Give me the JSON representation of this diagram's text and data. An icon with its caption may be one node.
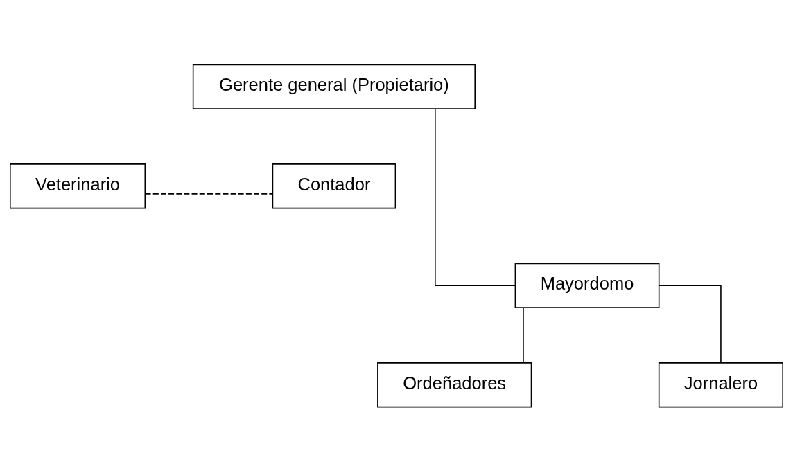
{
  "diagram": {
    "nodes": [
      {
        "text": [
          "Gerente general (Propietario)"
        ]
      },
      {
        "text": [
          "Veterinario"
        ]
      },
      {
        "text": [
          "Contador"
        ]
      },
      {
        "text": [
          "Mayordomo"
        ]
      },
      {
        "text": [
          "Ordeñadores"
        ]
      },
      {
        "text": [
          "Jornalero"
        ]
      }
    ],
    "edges": [
      {
        "from": 0,
        "to": 3,
        "arrow": "none"
      },
      {
        "from": 1,
        "to": 2,
        "arrow": "none",
        "style": "dashed"
      },
      {
        "from": 3,
        "to": 4,
        "arrow": "none"
      },
      {
        "from": 3,
        "to": 5,
        "arrow": "none"
      }
    ]
  }
}
